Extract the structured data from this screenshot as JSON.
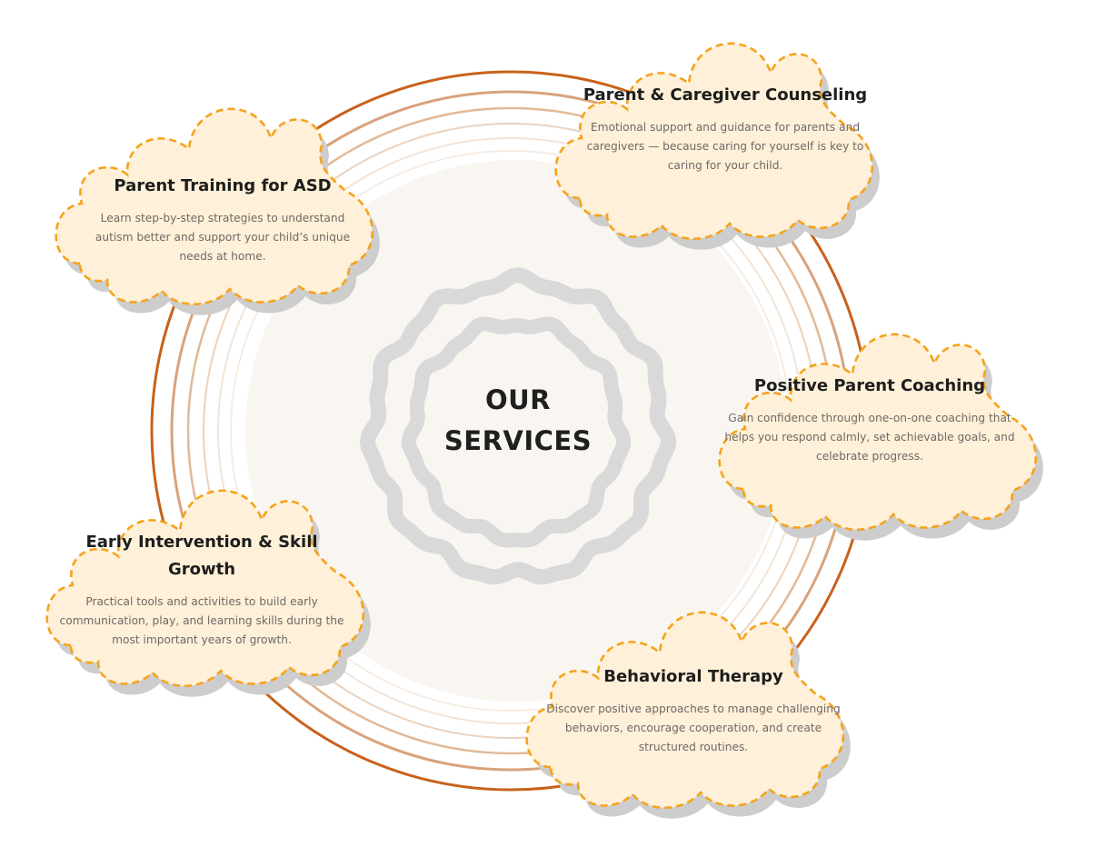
{
  "center": {
    "line1": "OUR",
    "line2": "SERVICES"
  },
  "colors": {
    "ring_outer": "#c8611c",
    "ring_mid": "#d9a27b",
    "ring_inner": "#ecd2bd",
    "core": "#f9f6f1",
    "squiggle": "#d9d9d9",
    "cloud_fill": "#fff0d9",
    "cloud_border": "#f5a31a",
    "cloud_shadow": "#cdcdcd"
  },
  "services": [
    {
      "title": "Parent Training for ASD",
      "description": "Learn step-by-step strategies to understand autism better and support your child’s unique needs at home."
    },
    {
      "title": "Parent & Caregiver Counseling",
      "description": "Emotional support and guidance for parents and caregivers — because caring for yourself is key to caring for your child."
    },
    {
      "title": "Positive Parent Coaching",
      "description": "Gain confidence through one-on-one coaching that helps you respond calmly, set achievable goals, and celebrate progress."
    },
    {
      "title": "Early Intervention & Skill Growth",
      "description": "Practical tools and activities to build early communication, play, and learning skills during the most important years of growth."
    },
    {
      "title": "Behavioral Therapy",
      "description": "Discover positive approaches to manage challenging behaviors, encourage cooperation, and create structured routines."
    }
  ]
}
